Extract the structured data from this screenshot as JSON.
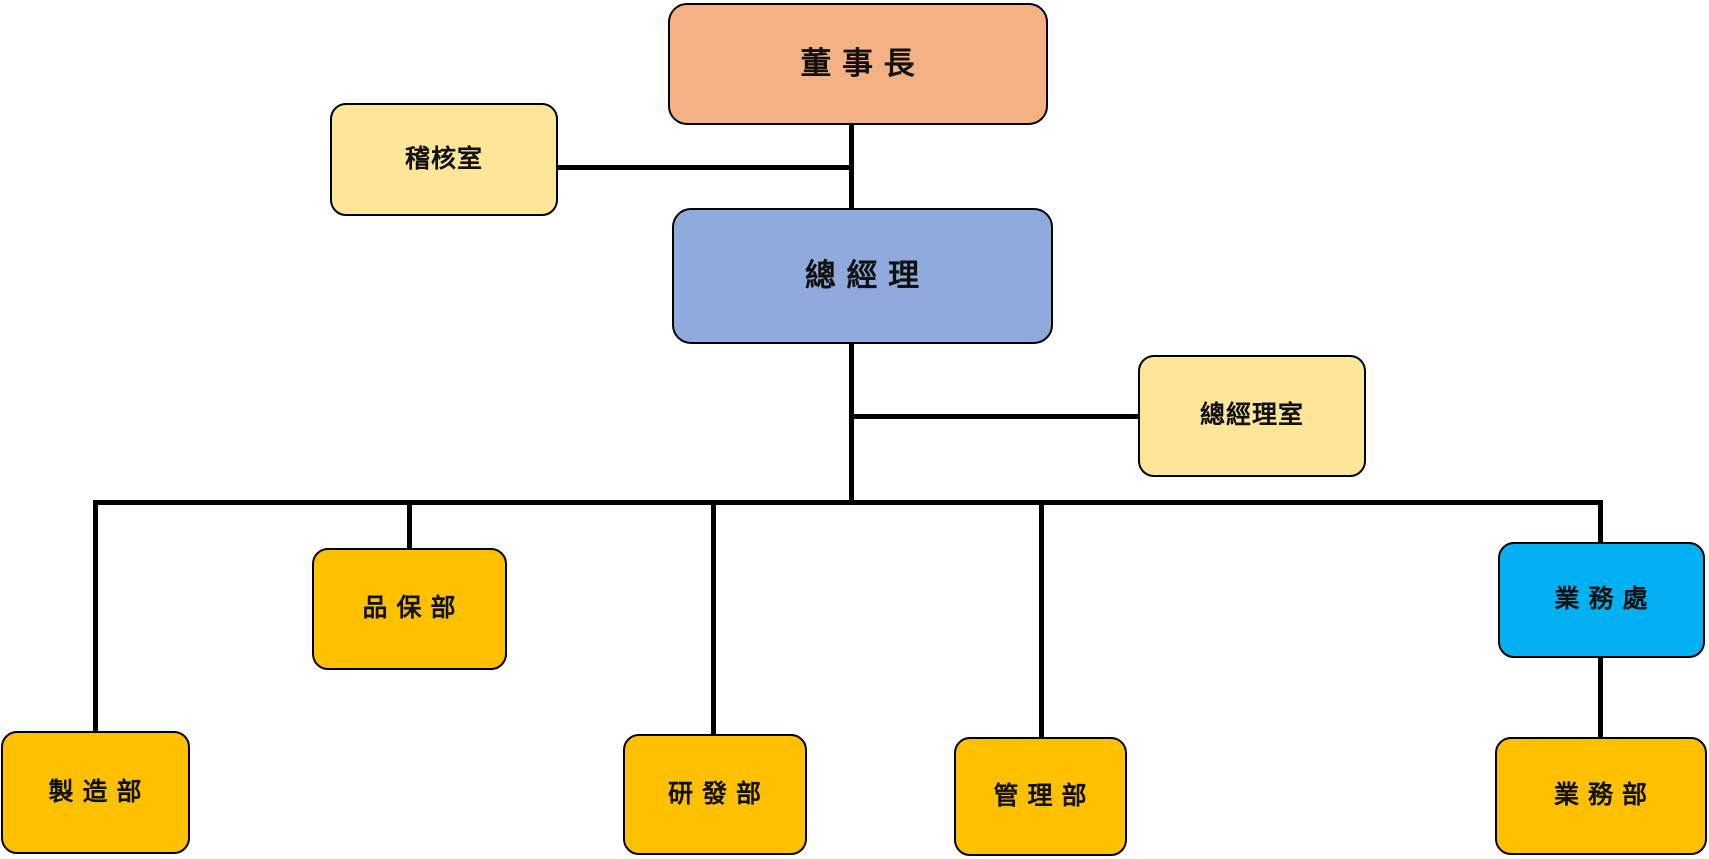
{
  "diagram": {
    "type": "org-chart",
    "background": "#FFFFFF",
    "colors": {
      "chairman_fill": "#F4B183",
      "manager_fill": "#8FAADC",
      "office_fill": "#FFE699",
      "department_fill": "#FFC000",
      "division_fill": "#00B0F0",
      "border": "#000000",
      "connector": "#000000",
      "text": "#111111"
    },
    "nodes": {
      "chairman": {
        "label": "董 事 長"
      },
      "audit_office": {
        "label": "稽核室"
      },
      "general_manager": {
        "label": "總 經 理"
      },
      "gm_office": {
        "label": "總經理室"
      },
      "qa_dept": {
        "label": "品 保 部"
      },
      "mfg_dept": {
        "label": "製 造 部"
      },
      "rd_dept": {
        "label": "研 發 部"
      },
      "mgmt_dept": {
        "label": "管 理 部"
      },
      "sales_division": {
        "label": "業 務 處"
      },
      "sales_dept": {
        "label": "業 務 部"
      }
    },
    "edges": [
      {
        "from": "chairman",
        "to": "general_manager"
      },
      {
        "from": "chairman",
        "to": "audit_office"
      },
      {
        "from": "general_manager",
        "to": "gm_office"
      },
      {
        "from": "general_manager",
        "to": "mfg_dept"
      },
      {
        "from": "general_manager",
        "to": "qa_dept"
      },
      {
        "from": "general_manager",
        "to": "rd_dept"
      },
      {
        "from": "general_manager",
        "to": "mgmt_dept"
      },
      {
        "from": "general_manager",
        "to": "sales_division"
      },
      {
        "from": "sales_division",
        "to": "sales_dept"
      }
    ]
  }
}
